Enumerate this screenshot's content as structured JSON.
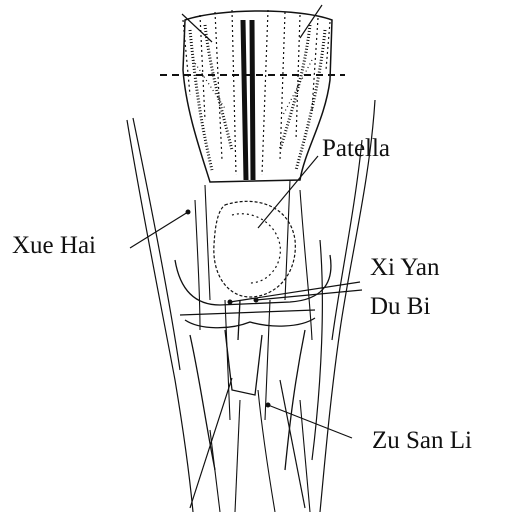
{
  "labels": {
    "patella": "Patella",
    "xue_hai": "Xue Hai",
    "xi_yan": "Xi Yan",
    "du_bi": "Du Bi",
    "zu_san_li": "Zu San Li"
  },
  "colors": {
    "ink": "#111111",
    "background": "#ffffff"
  }
}
